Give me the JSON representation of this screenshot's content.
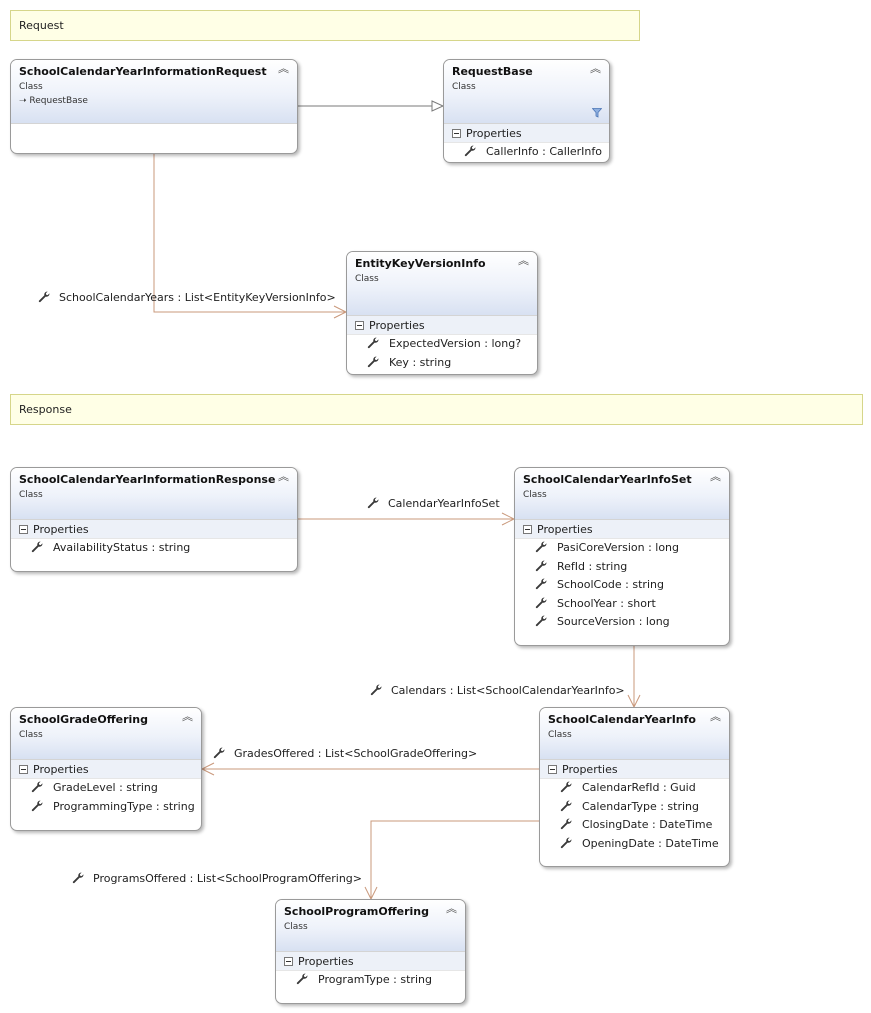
{
  "sections": {
    "request": "Request",
    "response": "Response"
  },
  "colors": {
    "association_line": "#c9987b",
    "inheritance_line": "#7a7a7a",
    "section_fill": "#ffffe6",
    "header_gradient_end": "#d8e1f2"
  },
  "icons": {
    "property": "wrench-icon",
    "collapse": "double-chevron-up-icon",
    "component_toggle": "minus-box-icon",
    "inherits": "inheritance-arrow-icon",
    "filter": "filter-icon"
  },
  "classes": {
    "school_calendar_year_information_request": {
      "name": "SchoolCalendarYearInformationRequest",
      "kind": "Class",
      "base": "RequestBase"
    },
    "request_base": {
      "name": "RequestBase",
      "kind": "Class",
      "section": "Properties",
      "properties": [
        "CallerInfo : CallerInfo"
      ]
    },
    "entity_key_version_info": {
      "name": "EntityKeyVersionInfo",
      "kind": "Class",
      "section": "Properties",
      "properties": [
        "ExpectedVersion : long?",
        "Key : string"
      ]
    },
    "school_calendar_year_information_response": {
      "name": "SchoolCalendarYearInformationResponse",
      "kind": "Class",
      "section": "Properties",
      "properties": [
        "AvailabilityStatus : string"
      ]
    },
    "school_calendar_year_info_set": {
      "name": "SchoolCalendarYearInfoSet",
      "kind": "Class",
      "section": "Properties",
      "properties": [
        "PasiCoreVersion : long",
        "RefId : string",
        "SchoolCode : string",
        "SchoolYear : short",
        "SourceVersion : long"
      ]
    },
    "school_grade_offering": {
      "name": "SchoolGradeOffering",
      "kind": "Class",
      "section": "Properties",
      "properties": [
        "GradeLevel : string",
        "ProgrammingType : string"
      ]
    },
    "school_calendar_year_info": {
      "name": "SchoolCalendarYearInfo",
      "kind": "Class",
      "section": "Properties",
      "properties": [
        "CalendarRefId : Guid",
        "CalendarType : string",
        "ClosingDate : DateTime",
        "OpeningDate : DateTime"
      ]
    },
    "school_program_offering": {
      "name": "SchoolProgramOffering",
      "kind": "Class",
      "section": "Properties",
      "properties": [
        "ProgramType : string"
      ]
    }
  },
  "associations": {
    "school_calendar_years": "SchoolCalendarYears : List<EntityKeyVersionInfo>",
    "calendar_year_info_set": "CalendarYearInfoSet",
    "calendars": "Calendars : List<SchoolCalendarYearInfo>",
    "grades_offered": "GradesOffered : List<SchoolGradeOffering>",
    "programs_offered": "ProgramsOffered : List<SchoolProgramOffering>"
  }
}
